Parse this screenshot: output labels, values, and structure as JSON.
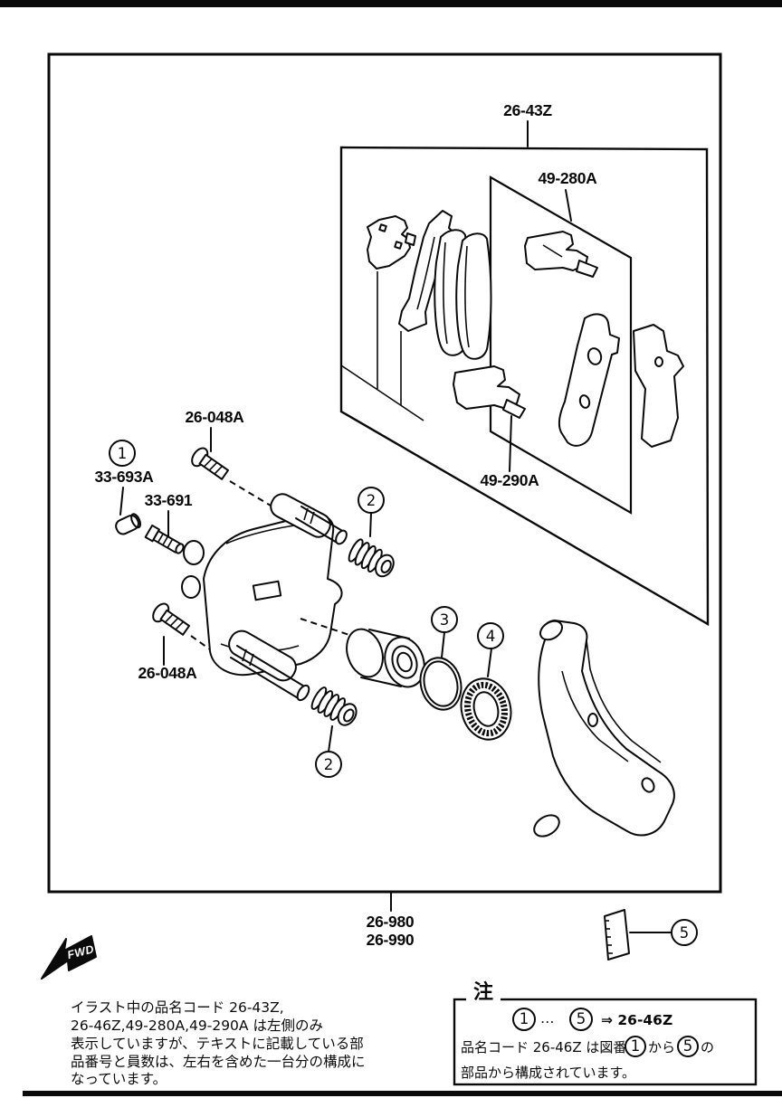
{
  "doc": {
    "colors": {
      "ink": "#0a0a0a",
      "paper": "#ffffff"
    },
    "fwd": "FWD",
    "labels": {
      "pad_kit": "26-43Z",
      "pad_set": "49-280A",
      "pad_clips": "49-290A",
      "bolt_upper": "26-048A",
      "bolt_lower": "26-048A",
      "cap": "33-693A",
      "bleeder": "33-691",
      "caliper_rh": "26-980",
      "caliper_lh": "26-990"
    },
    "callouts": {
      "c1": "1",
      "c2": "2",
      "c3": "3",
      "c4": "4",
      "c5": "5"
    },
    "footnote": {
      "line1": "イラスト中の品名コード 26-43Z,",
      "line2": "26-46Z,49-280A,49-290A は左側のみ",
      "line3": "表示していますが、テキストに記載している部",
      "line4": "品番号と員数は、左右を含めた一台分の構成に",
      "line5": "なっています。"
    },
    "note": {
      "title": "注",
      "from": "1",
      "dots": "…",
      "to": "5",
      "result": "⇒ 26-46Z",
      "l2a": "品名コード 26-46Z は図番",
      "l2_c1": "1",
      "l2b": "から",
      "l2_c2": "5",
      "l2c": "の",
      "l3": "部品から構成されています。"
    }
  }
}
